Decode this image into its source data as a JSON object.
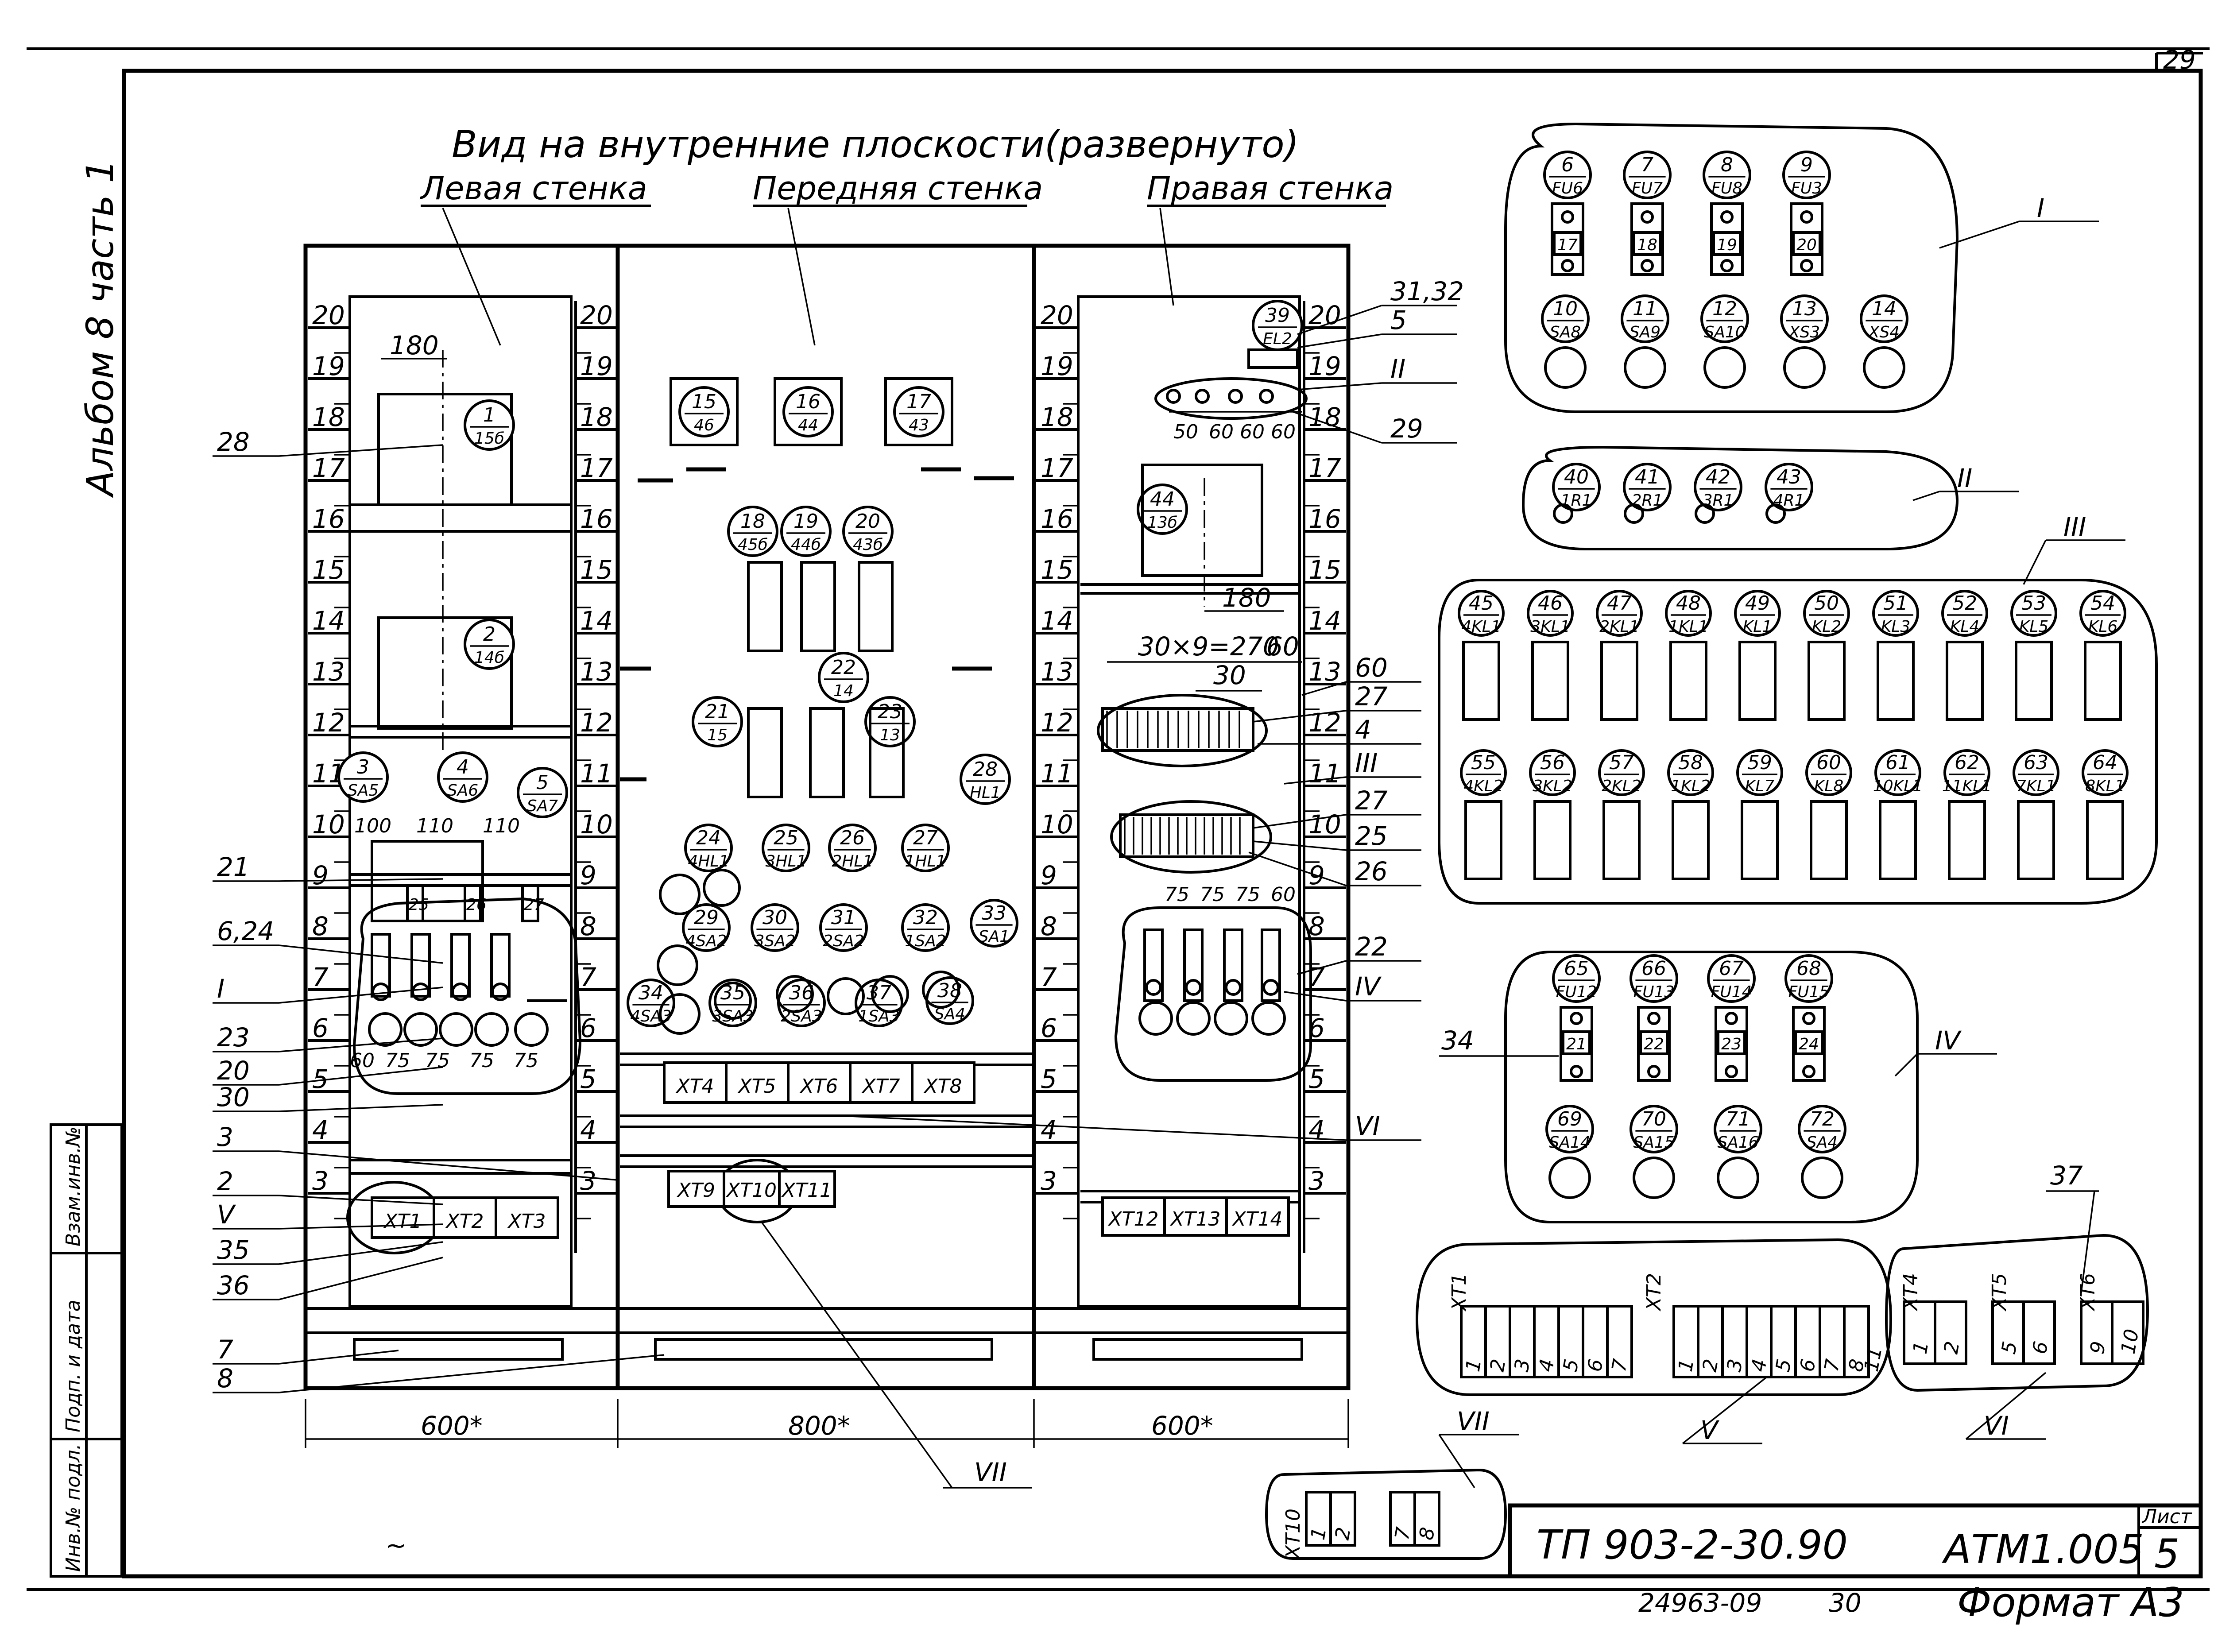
{
  "sheet_number": "29",
  "album_label": "Альбом 8 часть 1",
  "stamp_column": [
    "Инв.№ подл.",
    "Подп. и дата",
    "Взам.инв.№"
  ],
  "main_title": "Вид на внутренние плоскости(развернуто)",
  "wall_left": "Левая стенка",
  "wall_front": "Передняя стенка",
  "wall_right": "Правая стенка",
  "scale_values": [
    "20",
    "19",
    "18",
    "17",
    "16",
    "15",
    "14",
    "13",
    "12",
    "11",
    "10",
    "9",
    "8",
    "7",
    "6",
    "5",
    "4",
    "3"
  ],
  "panel_widths": [
    "600*",
    "800*",
    "600*"
  ],
  "dim_180": "180",
  "dim_100": "100",
  "dim_110": "110",
  "dim_60": "60",
  "dim_75": "75",
  "dim_270": "30×9=270",
  "dim_30": "30",
  "dim_50": "50",
  "callouts_left": [
    "28",
    "21",
    "6,24",
    "I",
    "23",
    "20",
    "30",
    "3",
    "2",
    "V",
    "35",
    "36",
    "7",
    "8"
  ],
  "callouts_right": [
    "31,32",
    "5",
    "II",
    "29",
    "60",
    "27",
    "4",
    "III",
    "27",
    "25",
    "26",
    "22",
    "IV",
    "VI"
  ],
  "callout_bottom": "VII",
  "circles_left": [
    {
      "top": "1",
      "bottom": "15б"
    },
    {
      "top": "2",
      "bottom": "14б"
    },
    {
      "top": "3",
      "bottom": "SA5"
    },
    {
      "top": "4",
      "bottom": "SA6"
    },
    {
      "top": "5",
      "bottom": "SA7"
    }
  ],
  "circles_front_top": [
    {
      "top": "15",
      "bottom": "46"
    },
    {
      "top": "16",
      "bottom": "44"
    },
    {
      "top": "17",
      "bottom": "43"
    }
  ],
  "circles_front_mid": [
    {
      "top": "18",
      "bottom": "45б"
    },
    {
      "top": "19",
      "bottom": "44б"
    },
    {
      "top": "20",
      "bottom": "43б"
    },
    {
      "top": "22",
      "bottom": "14"
    },
    {
      "top": "21",
      "bottom": "15"
    },
    {
      "top": "23",
      "bottom": "13"
    },
    {
      "top": "28",
      "bottom": "HL1"
    }
  ],
  "circles_front_low": [
    {
      "top": "24",
      "bottom": "4HL1"
    },
    {
      "top": "25",
      "bottom": "3HL1"
    },
    {
      "top": "26",
      "bottom": "2HL1"
    },
    {
      "top": "27",
      "bottom": "1HL1"
    },
    {
      "top": "29",
      "bottom": "4SA2"
    },
    {
      "top": "30",
      "bottom": "3SA2"
    },
    {
      "top": "31",
      "bottom": "2SA2"
    },
    {
      "top": "32",
      "bottom": "1SA2"
    },
    {
      "top": "33",
      "bottom": "SA1"
    },
    {
      "top": "34",
      "bottom": "4SA3"
    },
    {
      "top": "35",
      "bottom": "3SA3"
    },
    {
      "top": "36",
      "bottom": "2SA3"
    },
    {
      "top": "37",
      "bottom": "1SA3"
    },
    {
      "top": "38",
      "bottom": "SA4"
    }
  ],
  "circles_right": [
    {
      "top": "39",
      "bottom": "EL2"
    },
    {
      "top": "44",
      "bottom": "13б"
    }
  ],
  "slot_labels_left": [
    "25",
    "26",
    "27"
  ],
  "terminals_left": [
    "XT1",
    "XT2",
    "XT3"
  ],
  "terminals_front_a": [
    "XT4",
    "XT5",
    "XT6",
    "XT7",
    "XT8"
  ],
  "terminals_front_b": [
    "XT9",
    "XT10",
    "XT11"
  ],
  "terminals_right": [
    "XT12",
    "XT13",
    "XT14"
  ],
  "detail_I": {
    "label": "I",
    "row1": [
      {
        "top": "6",
        "bottom": "FU6"
      },
      {
        "top": "7",
        "bottom": "FU7"
      },
      {
        "top": "8",
        "bottom": "FU8"
      },
      {
        "top": "9",
        "bottom": "FU3"
      }
    ],
    "fuse_tags": [
      "17",
      "18",
      "19",
      "20"
    ],
    "row2": [
      {
        "top": "10",
        "bottom": "SA8"
      },
      {
        "top": "11",
        "bottom": "SA9"
      },
      {
        "top": "12",
        "bottom": "SA10"
      },
      {
        "top": "13",
        "bottom": "XS3"
      },
      {
        "top": "14",
        "bottom": "XS4"
      }
    ]
  },
  "detail_II": {
    "label": "II",
    "row": [
      {
        "top": "40",
        "bottom": "1R1"
      },
      {
        "top": "41",
        "bottom": "2R1"
      },
      {
        "top": "42",
        "bottom": "3R1"
      },
      {
        "top": "43",
        "bottom": "4R1"
      }
    ]
  },
  "detail_III": {
    "label": "III",
    "row1": [
      {
        "top": "45",
        "bottom": "4KL1"
      },
      {
        "top": "46",
        "bottom": "3KL1"
      },
      {
        "top": "47",
        "bottom": "2KL1"
      },
      {
        "top": "48",
        "bottom": "1KL1"
      },
      {
        "top": "49",
        "bottom": "KL1"
      },
      {
        "top": "50",
        "bottom": "KL2"
      },
      {
        "top": "51",
        "bottom": "KL3"
      },
      {
        "top": "52",
        "bottom": "KL4"
      },
      {
        "top": "53",
        "bottom": "KL5"
      },
      {
        "top": "54",
        "bottom": "KL6"
      }
    ],
    "row2": [
      {
        "top": "55",
        "bottom": "4KL2"
      },
      {
        "top": "56",
        "bottom": "3KL2"
      },
      {
        "top": "57",
        "bottom": "2KL2"
      },
      {
        "top": "58",
        "bottom": "1KL2"
      },
      {
        "top": "59",
        "bottom": "KL7"
      },
      {
        "top": "60",
        "bottom": "KL8"
      },
      {
        "top": "61",
        "bottom": "10KL1"
      },
      {
        "top": "62",
        "bottom": "11KL1"
      },
      {
        "top": "63",
        "bottom": "7KL1"
      },
      {
        "top": "64",
        "bottom": "8KL1"
      }
    ]
  },
  "detail_IV": {
    "label": "IV",
    "callout": "34",
    "row1": [
      {
        "top": "65",
        "bottom": "FU12"
      },
      {
        "top": "66",
        "bottom": "FU13"
      },
      {
        "top": "67",
        "bottom": "FU14"
      },
      {
        "top": "68",
        "bottom": "FU15"
      }
    ],
    "fuse_tags": [
      "21",
      "22",
      "23",
      "24"
    ],
    "row2": [
      {
        "top": "69",
        "bottom": "SA14"
      },
      {
        "top": "70",
        "bottom": "SA15"
      },
      {
        "top": "71",
        "bottom": "SA16"
      },
      {
        "top": "72",
        "bottom": "SA4"
      }
    ]
  },
  "detail_V": {
    "label": "V",
    "strip_a": "XT1",
    "strip_b": "XT2",
    "numbers_a": [
      "1",
      "2",
      "3",
      "4",
      "5",
      "6",
      "7"
    ],
    "numbers_b": [
      "1",
      "2",
      "3",
      "4",
      "5",
      "6",
      "7",
      "8"
    ],
    "break": "11"
  },
  "detail_VI": {
    "label": "VI",
    "callout": "37",
    "strips": [
      "XT4",
      "XT5",
      "XT6"
    ],
    "numbers": [
      "1",
      "2",
      "5",
      "6",
      "9",
      "10"
    ]
  },
  "detail_VII": {
    "label": "VII",
    "strip": "XT10",
    "numbers": [
      "1",
      "2",
      "7",
      "8"
    ]
  },
  "title_block": {
    "doc_code": "ТП 903-2-30.90",
    "sheet_code": "АТМ1.005",
    "list_label": "Лист",
    "list_number": "5"
  },
  "footer": {
    "inv_number": "24963-09",
    "page": "30",
    "format_label": "Формат А3"
  },
  "scribble": "~"
}
